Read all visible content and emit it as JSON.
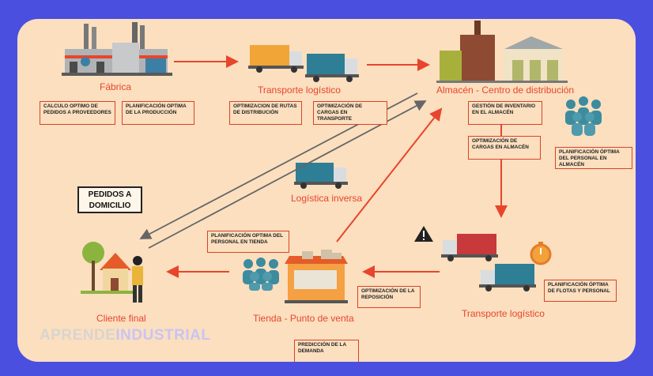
{
  "nodes": {
    "fabrica": "Fábrica",
    "transporte_top": "Transporte logístico",
    "almacen": "Almacén - Centro de distribución",
    "logistica_inversa": "Logística inversa",
    "tienda": "Tienda - Punto de venta",
    "cliente": "Cliente final",
    "transporte_bottom": "Transporte logístico"
  },
  "boxes": {
    "calculo": [
      "CALCULO OPTIMO DE",
      "PEDIDOS A PROVEEDORES"
    ],
    "plan_produccion": [
      "PLANIFICACIÓN OPTIMA",
      "DE LA PRODUCCIÓN"
    ],
    "opt_rutas": [
      "OPTIMIZACION DE RUTAS",
      "DE DISTRIBUCIÓN"
    ],
    "opt_cargas_transporte": [
      "OPTIMIZACIÓN DE",
      "CARGAS EN TRANSPORTE"
    ],
    "gestion_inventario": [
      "GESTIÓN DE INVENTARIO",
      "EN EL ALMACÉN"
    ],
    "opt_cargas_almacen": [
      "OPTIMIZACIÓN DE",
      "CARGAS EN ALMACÉN"
    ],
    "plan_personal_almacen": [
      "PLANIFICACIÓN ÓPTIMA",
      "DEL PERSONAL EN ALMACÉN"
    ],
    "plan_personal_tienda": [
      "PLANIFICACIÓN OPTIMA DEL",
      "PERSONAL EN TIENDA"
    ],
    "opt_reposicion": [
      "OPTIMIZACIÓN DE LA",
      "REPOSICIÓN"
    ],
    "plan_flotas": [
      "PLANIFICACIÓN ÓPTIMA",
      "DE FLOTAS Y PERSONAL"
    ],
    "prediccion": [
      "PREDICCIÓN DE LA",
      "DEMANDA"
    ]
  },
  "pedidos": [
    "PEDIDOS A",
    "DOMICILIO"
  ],
  "brand": {
    "part1": "APRENDE",
    "part2": "INDUSTRIAL"
  },
  "colors": {
    "frame": "#4a4fe0",
    "background": "#fbdfbf",
    "accent": "#e8452c",
    "truck_blue": "#2e7e96",
    "truck_orange": "#f0a536",
    "truck_red": "#c8393b",
    "people": "#3d8b9e"
  },
  "icons": [
    "factory-icon",
    "truck-icon",
    "warehouse-icon",
    "people-icon",
    "store-icon",
    "house-icon",
    "person-icon",
    "warning-icon",
    "stopwatch-icon"
  ]
}
